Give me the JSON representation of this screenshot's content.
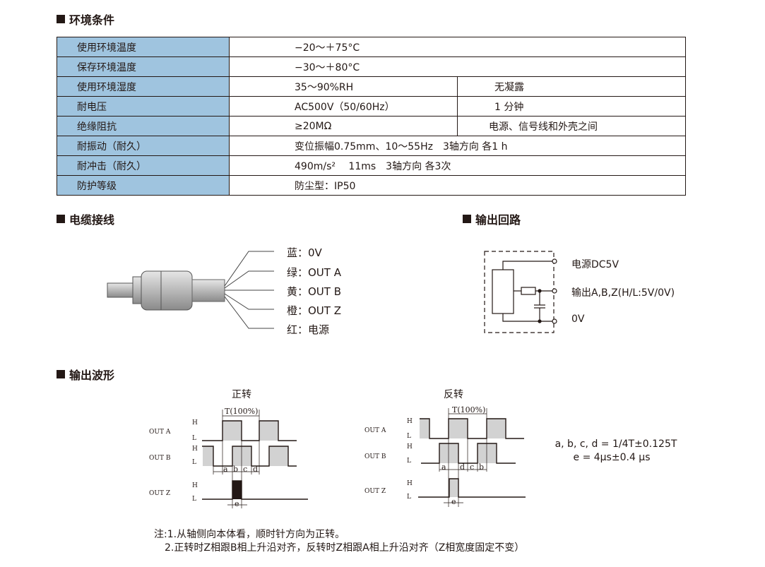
{
  "sections": {
    "env": "环境条件",
    "cable": "电缆接线",
    "circuit": "输出回路",
    "waveform": "输出波形"
  },
  "env_table": [
    {
      "label": "使用环境温度",
      "value": "−20～＋75°C",
      "note": ""
    },
    {
      "label": "保存环境温度",
      "value": "−30～＋80°C",
      "note": ""
    },
    {
      "label": "使用环境湿度",
      "value": "35～90%RH",
      "note": "无凝露"
    },
    {
      "label": "耐电压",
      "value": "AC500V（50/60Hz）",
      "note": "1 分钟"
    },
    {
      "label": "绝缘阻抗",
      "value": "≥20MΩ",
      "note": "电源、信号线和外壳之间"
    },
    {
      "label": "耐振动（耐久）",
      "value": "变位振幅0.75mm、10～55Hz　3轴方向 各1 h",
      "note": ""
    },
    {
      "label": "耐冲击（耐久）",
      "value": "490m/s²　 11ms　3轴方向 各3次",
      "note": ""
    },
    {
      "label": "防护等级",
      "value": "防尘型：IP50",
      "note": ""
    }
  ],
  "wires": [
    "蓝：0V",
    "绿：OUT A",
    "黄：OUT B",
    "橙：OUT Z",
    "红：电源"
  ],
  "circuit": {
    "power": "电源DC5V",
    "output": "输出A,B,Z(H/L:5V/0V)",
    "ground": "0V"
  },
  "waveform": {
    "forward": "正转",
    "reverse": "反转",
    "period": "T(100%)",
    "channels": [
      "OUT A",
      "OUT B",
      "OUT Z"
    ],
    "levels": [
      "H",
      "L"
    ],
    "forward_phases": [
      "a",
      "b",
      "c",
      "d"
    ],
    "reverse_phases": [
      "a",
      "d",
      "c",
      "b"
    ],
    "e": "e",
    "formula1": "a, b, c, d = 1/4T±0.125T",
    "formula2": "e = 4μs±0.4 μs"
  },
  "notes": {
    "line1": "注:1.从轴侧向本体看，顺时针方向为正转。",
    "line2": "2.正转时Z相跟B相上升沿对齐，反转时Z相跟A相上升沿对齐（Z相宽度固定不变）"
  }
}
